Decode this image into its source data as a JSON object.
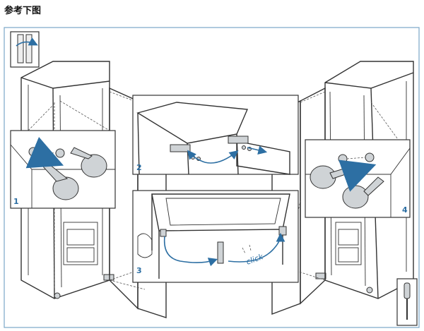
{
  "heading": "参考下图",
  "steps": [
    "1",
    "2",
    "3",
    "4"
  ],
  "click_label": "click",
  "icons": {
    "door_swap": "door-reversal-icon",
    "tool": "screwdriver-icon"
  },
  "colors": {
    "accent": "#2d6fa3",
    "frame": "#7aa7c7",
    "line": "#333333",
    "part": "#cfd3d6"
  }
}
